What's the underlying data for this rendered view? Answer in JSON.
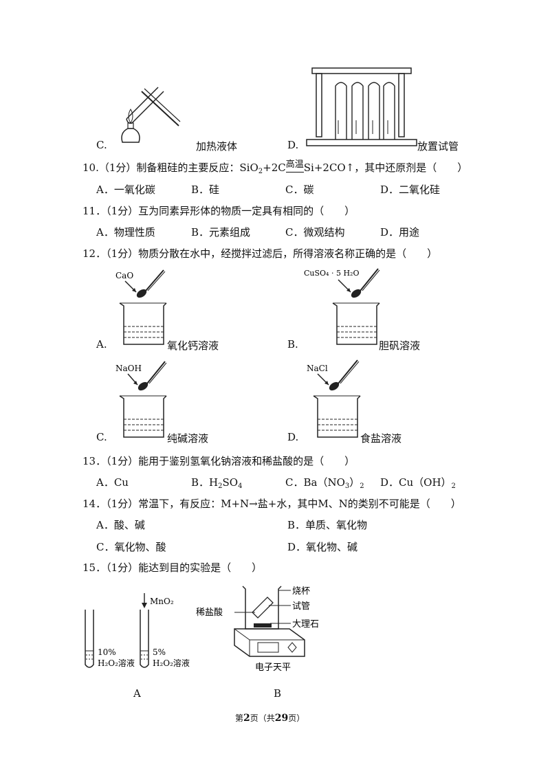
{
  "q9": {
    "opt_c_letter": "C.",
    "opt_c_label": "加热液体",
    "opt_d_letter": "D.",
    "opt_d_label": "放置试管"
  },
  "q10": {
    "prefix": "10.（1分）制备粗硅的主要反应：SiO",
    "sub2": "2",
    "mid": "+2C",
    "condition": "高温",
    "suffix": "Si+2CO↑，其中还原剂是（　　）",
    "options": [
      "A．一氧化碳",
      "B．硅",
      "C．碳",
      "D．二氧化硅"
    ]
  },
  "q11": {
    "stem": "11．（1分）互为同素异形体的物质一定具有相同的（　　）",
    "options": [
      "A．物理性质",
      "B．元素组成",
      "C．微观结构",
      "D．用途"
    ]
  },
  "q12": {
    "stem": "12．（1分）物质分散在水中，经搅拌过滤后，所得溶液名称正确的是（　　）",
    "items": [
      {
        "letter": "A.",
        "reagent": "CaO",
        "label": "氧化钙溶液"
      },
      {
        "letter": "B.",
        "reagent": "CuSO₄ · 5 H₂O",
        "label": "胆矾溶液"
      },
      {
        "letter": "C.",
        "reagent": "NaOH",
        "label": "纯碱溶液"
      },
      {
        "letter": "D.",
        "reagent": "NaCl",
        "label": "食盐溶液"
      }
    ]
  },
  "q13": {
    "stem": "13．（1分）能用于鉴别氢氧化钠溶液和稀盐酸的是（　　）",
    "opt_a": "A．Cu",
    "opt_b_pre": "B．H",
    "opt_b_sub": "2",
    "opt_b_post": "SO",
    "opt_b_sub2": "4",
    "opt_c_pre": "C．Ba（NO",
    "opt_c_sub": "3",
    "opt_c_post": "）",
    "opt_c_sub2": "2",
    "opt_d_pre": "D．Cu（OH）",
    "opt_d_sub": "2"
  },
  "q14": {
    "stem": "14．（1分）常温下，有反应：M+N→盐+水，其中M、N的类别不可能是（　　）",
    "options": [
      "A．酸、碱",
      "B．单质、氧化物",
      "C．氧化物、酸",
      "D．氧化物、碱"
    ]
  },
  "q15": {
    "stem": "15．（1分）能达到目的实验是（　　）",
    "fig_a": {
      "reagent": "MnO₂",
      "tube1_pct": "10%",
      "tube1_sol": "H₂O₂溶液",
      "tube2_pct": "5%",
      "tube2_sol": "H₂O₂溶液",
      "caption": "A"
    },
    "fig_b": {
      "beaker": "烧杯",
      "acid": "稀盐酸",
      "tube": "试管",
      "marble": "大理石",
      "balance": "电子天平",
      "caption": "B"
    }
  },
  "footer": {
    "pre": "第",
    "page": "2",
    "mid": "页（共",
    "total": "29",
    "post": "页）"
  }
}
